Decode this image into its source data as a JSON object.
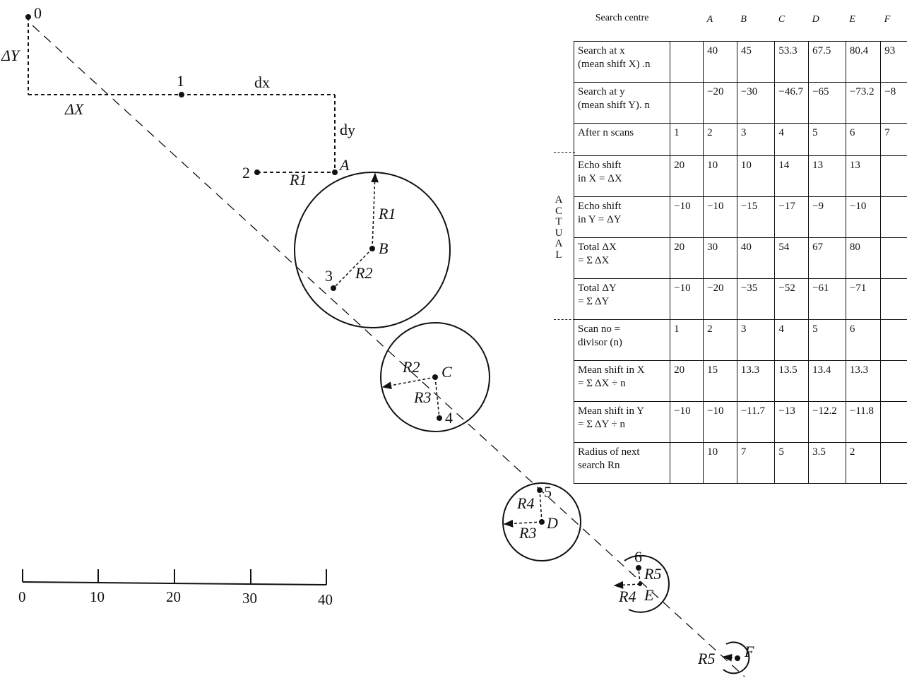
{
  "diagram": {
    "points": {
      "p0": "0",
      "p1": "1",
      "p2": "2",
      "p3": "3",
      "p4": "4",
      "p5": "5",
      "p6": "6"
    },
    "centres": {
      "A": "A",
      "B": "B",
      "C": "C",
      "D": "D",
      "E": "E",
      "F": "F"
    },
    "labels": {
      "delta_y": "ΔY",
      "delta_x": "ΔX",
      "dx": "dx",
      "dy": "dy",
      "r1": "R1",
      "r2": "R2",
      "r3": "R3",
      "r4": "R4",
      "r5": "R5"
    },
    "scale_ticks": [
      "0",
      "10",
      "20",
      "30",
      "40"
    ]
  },
  "table": {
    "header_title": "Search centre",
    "columns": [
      "A",
      "B",
      "C",
      "D",
      "E",
      "F"
    ],
    "actual_label": [
      "A",
      "C",
      "T",
      "U",
      "A",
      "L"
    ],
    "rows": [
      {
        "label": [
          "Search at x",
          "(mean shift X) .n"
        ],
        "values": [
          "",
          "40",
          "45",
          "53.3",
          "67.5",
          "80.4",
          "93"
        ]
      },
      {
        "label": [
          "Search at y",
          "(mean shift Y). n"
        ],
        "values": [
          "",
          "−20",
          "−30",
          "−46.7",
          "−65",
          "−73.2",
          "−8"
        ]
      },
      {
        "label": [
          "After n scans",
          ""
        ],
        "values": [
          "1",
          "2",
          "3",
          "4",
          "5",
          "6",
          "7"
        ]
      },
      {
        "label": [
          "Echo shift",
          "in X = ΔX"
        ],
        "values": [
          "20",
          "10",
          "10",
          "14",
          "13",
          "13",
          ""
        ]
      },
      {
        "label": [
          "Echo shift",
          "in Y = ΔY"
        ],
        "values": [
          "−10",
          "−10",
          "−15",
          "−17",
          "−9",
          "−10",
          ""
        ]
      },
      {
        "label": [
          "Total ΔX",
          "= Σ ΔX"
        ],
        "values": [
          "20",
          "30",
          "40",
          "54",
          "67",
          "80",
          ""
        ]
      },
      {
        "label": [
          "Total ΔY",
          "= Σ ΔY"
        ],
        "values": [
          "−10",
          "−20",
          "−35",
          "−52",
          "−61",
          "−71",
          ""
        ]
      },
      {
        "label": [
          "Scan no =",
          "divisor (n)"
        ],
        "values": [
          "1",
          "2",
          "3",
          "4",
          "5",
          "6",
          ""
        ]
      },
      {
        "label": [
          "Mean shift in X",
          "= Σ ΔX ÷ n"
        ],
        "values": [
          "20",
          "15",
          "13.3",
          "13.5",
          "13.4",
          "13.3",
          ""
        ]
      },
      {
        "label": [
          "Mean shift in Y",
          "= Σ ΔY ÷ n"
        ],
        "values": [
          "−10",
          "−10",
          "−11.7",
          "−13",
          "−12.2",
          "−11.8",
          ""
        ]
      },
      {
        "label": [
          "Radius of next",
          "search Rn"
        ],
        "values": [
          "",
          "10",
          "7",
          "5",
          "3.5",
          "2",
          ""
        ]
      }
    ]
  }
}
